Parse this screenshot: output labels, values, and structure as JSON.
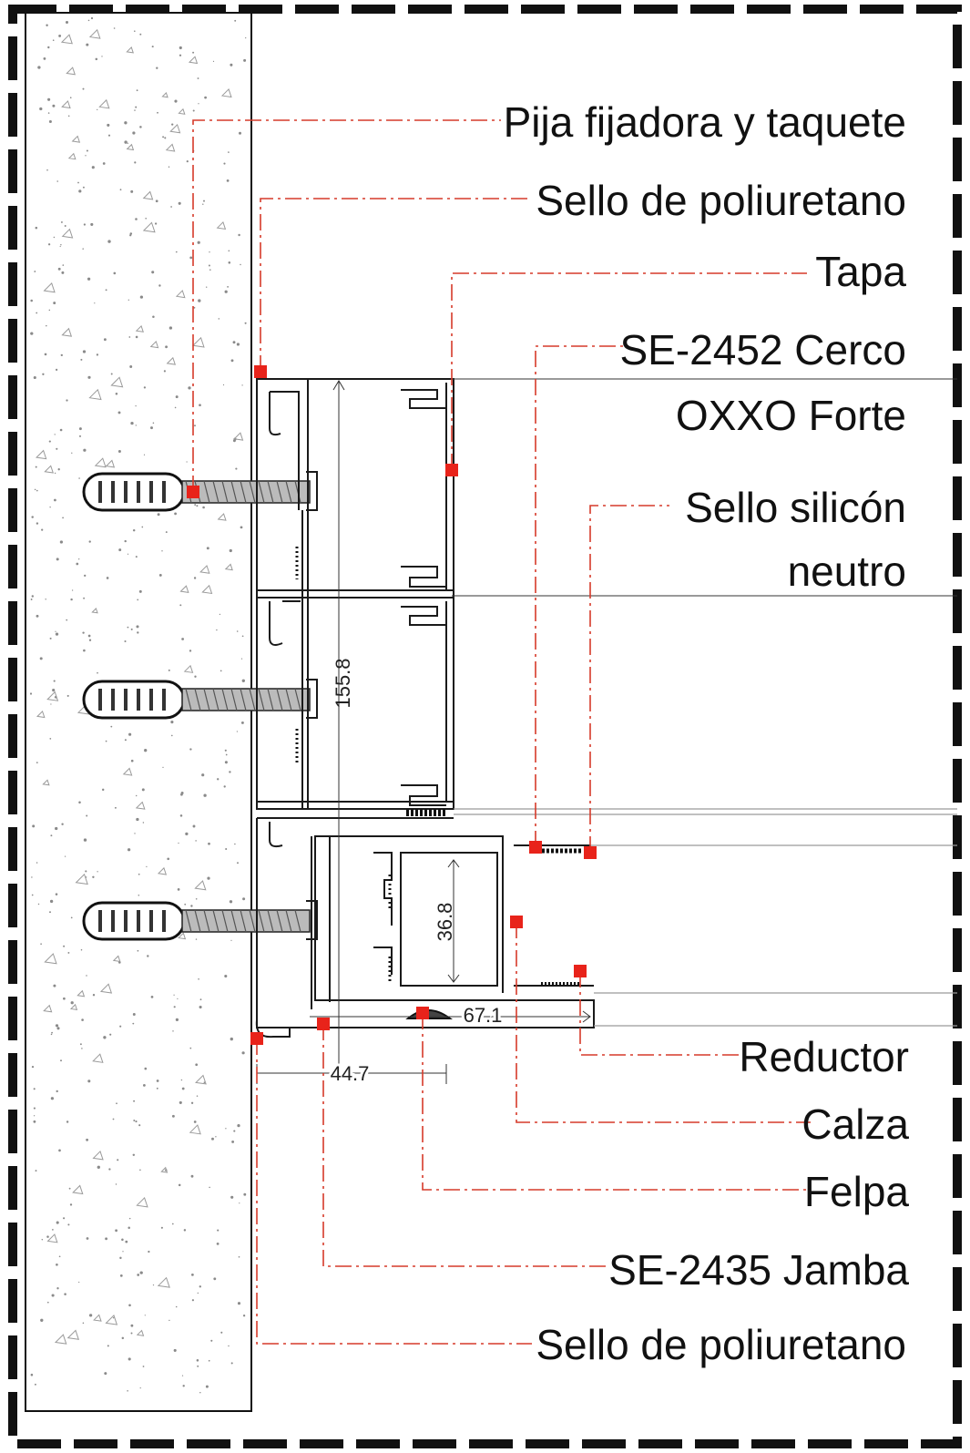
{
  "labels": {
    "pija": "Pija fijadora y taquete",
    "sello_top": "Sello de poliuretano",
    "tapa": "Tapa",
    "cerco_1": "SE-2452 Cerco",
    "cerco_2": "OXXO Forte",
    "silicon_1": "Sello silicón",
    "silicon_2": "neutro",
    "reductor": "Reductor",
    "calza": "Calza",
    "felpa": "Felpa",
    "jamba": "SE-2435 Jamba",
    "sello_bottom": "Sello de poliuretano"
  },
  "dimensions": {
    "height_frame": "155.8",
    "height_reducer": "36.8",
    "width_jamb": "44.7",
    "width_total": "67.1"
  },
  "colors": {
    "leader": "#d63a2a",
    "marker": "#e8231a",
    "line": "#1a1a1a"
  }
}
